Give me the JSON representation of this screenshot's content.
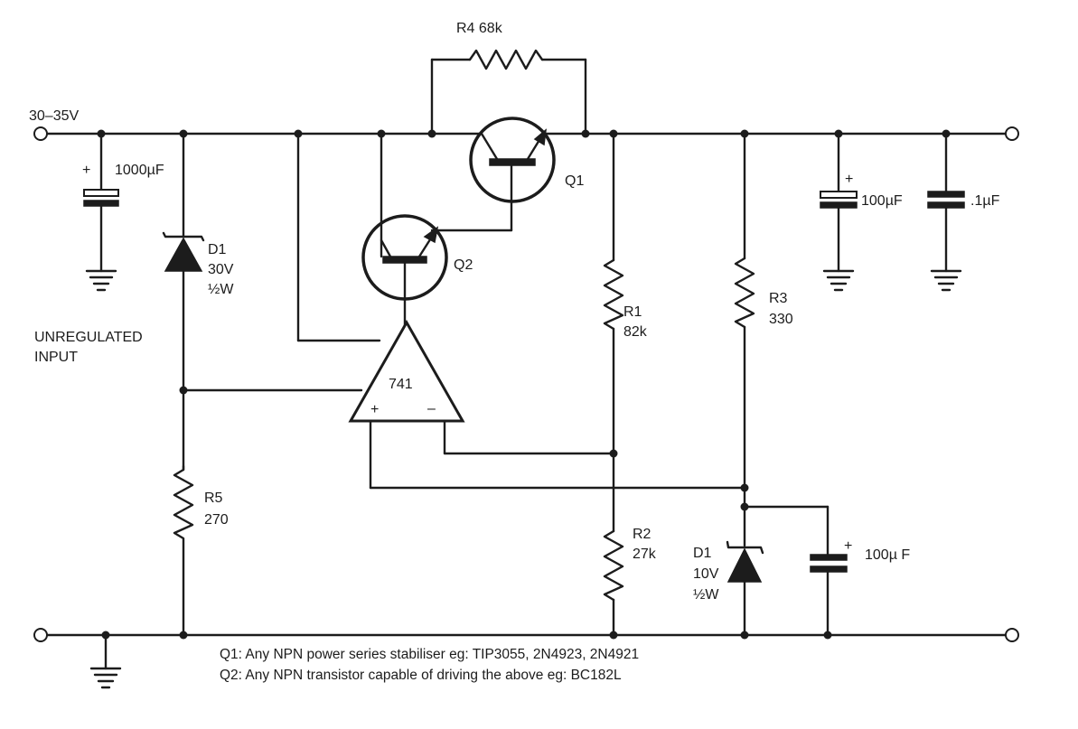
{
  "labels": {
    "input_voltage": "30–35V",
    "unregulated_line1": "UNREGULATED",
    "unregulated_line2": "INPUT",
    "c_input_plus": "+",
    "c_input_value": "1000µF",
    "d1_top_name": "D1",
    "d1_top_voltage": "30V",
    "d1_top_power": "½W",
    "r4_label": "R4  68k",
    "q1_label": "Q1",
    "q2_label": "Q2",
    "opamp_label": "741",
    "opamp_plus": "+",
    "opamp_minus": "–",
    "r1_name": "R1",
    "r1_value": "82k",
    "r2_name": "R2",
    "r2_value": "27k",
    "r3_name": "R3",
    "r3_value": "330",
    "r5_name": "R5",
    "r5_value": "270",
    "c_out1_plus": "+",
    "c_out1_value": "100µF",
    "c_out2_value": ".1µF",
    "d1_bottom_name": "D1",
    "d1_bottom_voltage": "10V",
    "d1_bottom_power": "½W",
    "c_ref_plus": "+",
    "c_ref_value": "100µ F"
  },
  "notes": {
    "q1_note": "Q1:  Any NPN power series stabiliser eg:  TIP3055,  2N4923,  2N4921",
    "q2_note": "Q2:  Any NPN transistor capable of driving the above eg:  BC182L"
  }
}
